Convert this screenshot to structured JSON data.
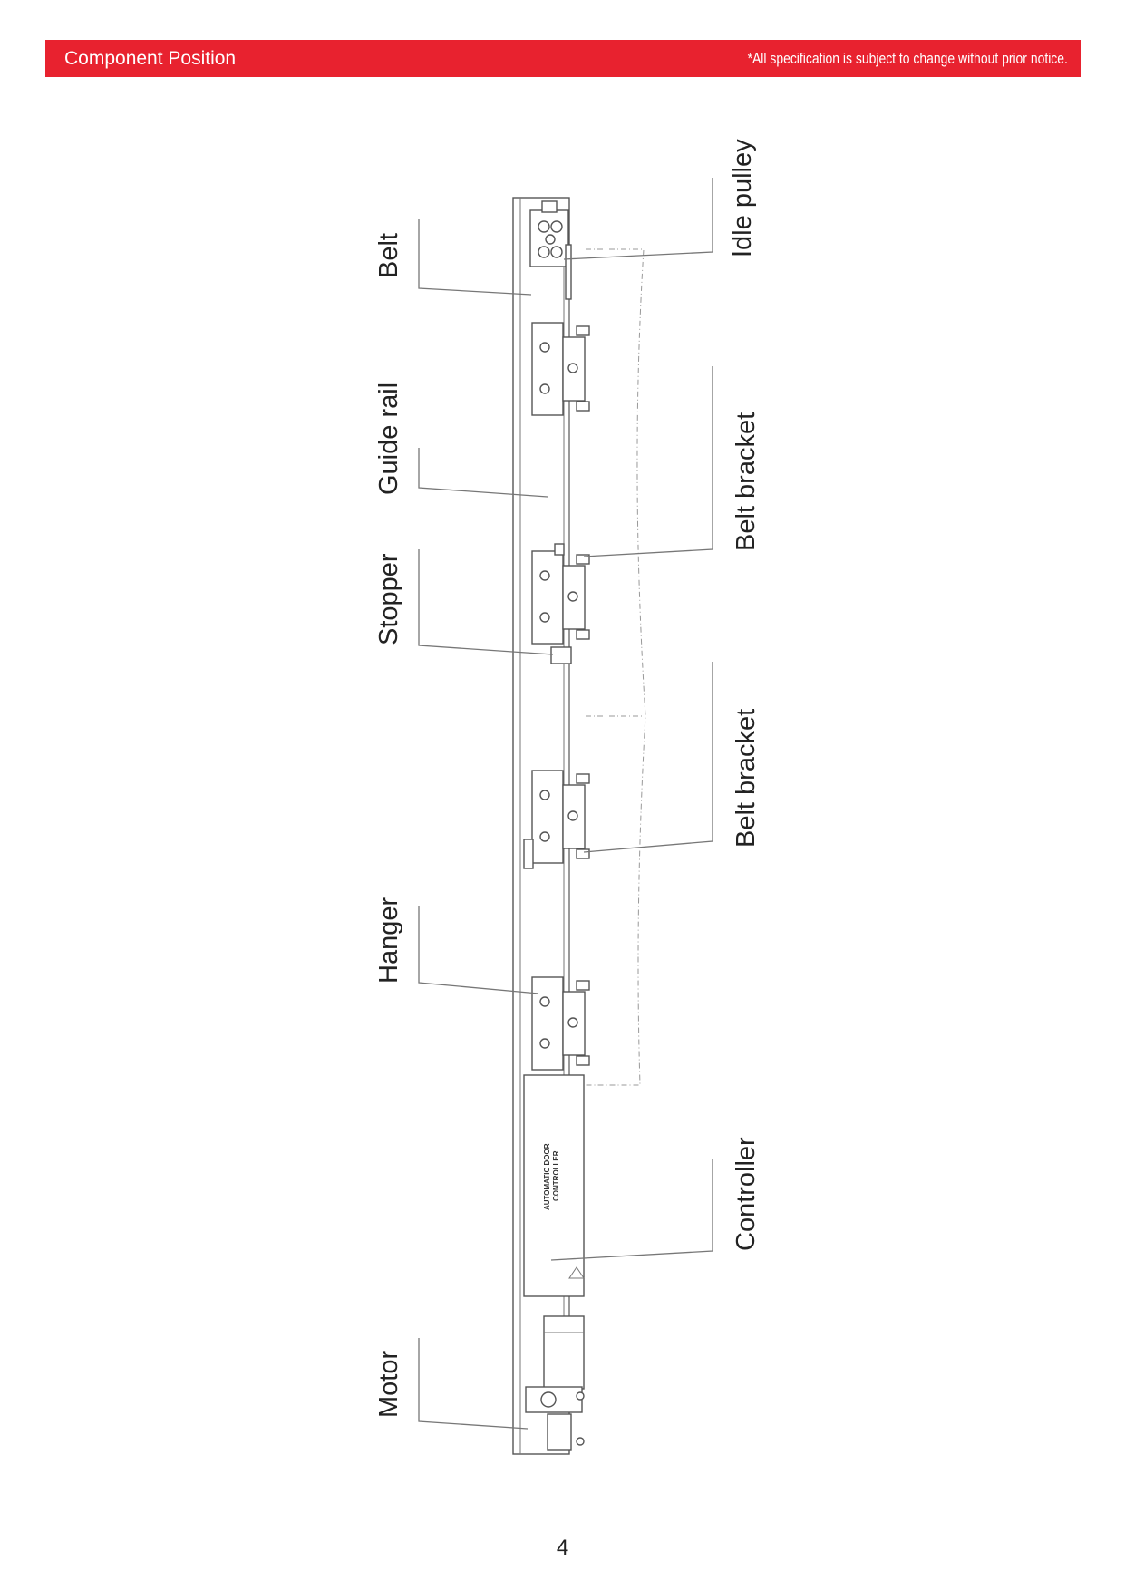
{
  "header": {
    "title": "Component Position",
    "note": "*All specification is subject to change without prior notice.",
    "color": "#e8222f"
  },
  "labels": {
    "belt": "Belt",
    "guide_rail": "Guide rail",
    "stopper": "Stopper",
    "hanger": "Hanger",
    "motor": "Motor",
    "idle_pulley": "Idle pulley",
    "belt_bracket_1": "Belt bracket",
    "belt_bracket_2": "Belt bracket",
    "controller": "Controller"
  },
  "controller_text": {
    "line1": "AUTOMATIC DOOR",
    "line2": "CONTROLLER"
  },
  "page_number": "4"
}
